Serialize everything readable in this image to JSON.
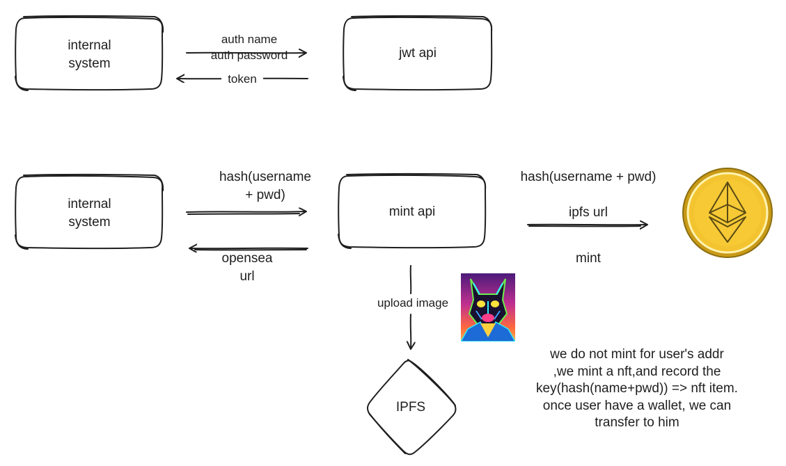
{
  "top_flow": {
    "left_box": {
      "line1": "internal",
      "line2": "system"
    },
    "right_box": {
      "label": "jwt api"
    },
    "request_label": {
      "line1": "auth name",
      "line2": "auth password"
    },
    "response_label": "token"
  },
  "bottom_flow": {
    "left_box": {
      "line1": "internal",
      "line2": "system"
    },
    "center_box": {
      "label": "mint api"
    },
    "request_label": {
      "line1": "hash(username",
      "line2": "+ pwd)"
    },
    "response_label": {
      "line1": "opensea",
      "line2": "url"
    },
    "chain_labels": {
      "hash": "hash(username + pwd)",
      "ipfs": "ipfs url",
      "mint": "mint"
    },
    "upload_label": "upload image",
    "ipfs_node": {
      "label": "IPFS"
    },
    "chain_icon": "ethereum-coin-icon",
    "nft_image": "neon-dog-nft-image"
  },
  "note": {
    "lines": [
      "we do not mint for user's addr",
      ",we mint a nft,and record the",
      "key(hash(name+pwd)) => nft item.",
      "once user have a wallet, we can",
      "transfer to him"
    ]
  },
  "colors": {
    "stroke": "#1e1e1e",
    "coin_gold": "#f4c430",
    "coin_rim": "#8a6d10"
  }
}
